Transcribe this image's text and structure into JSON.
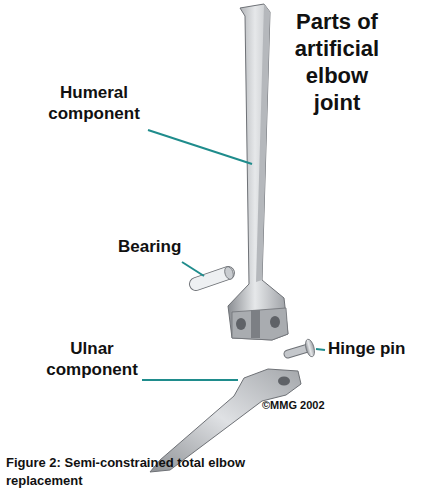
{
  "diagram": {
    "title": "Parts of artificial elbow joint",
    "caption": "Figure 2: Semi-constrained total elbow replacement",
    "labels": [
      "Humeral component",
      "Bearing",
      "Hinge pin",
      "Ulnar component",
      "©MMG 2002"
    ]
  }
}
